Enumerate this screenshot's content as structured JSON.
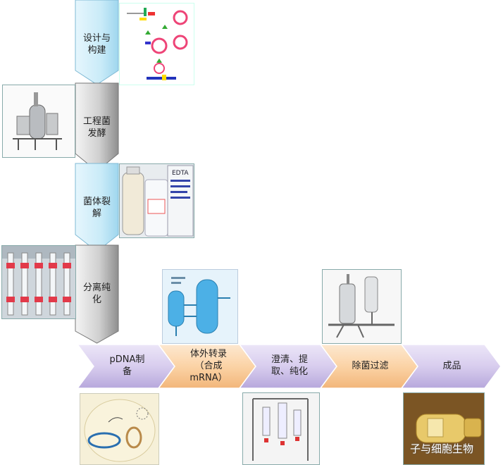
{
  "vertical_steps": [
    {
      "label": "设计与\n构建"
    },
    {
      "label": "工程菌\n发酵"
    },
    {
      "label": "菌体裂\n解"
    },
    {
      "label": "分离纯\n化"
    }
  ],
  "horizontal_steps": [
    {
      "label": "pDNA制\n备"
    },
    {
      "label": "体外转录\n（合成\nmRNA）"
    },
    {
      "label": "澄清、提\n取、纯化"
    },
    {
      "label": "除菌过滤"
    },
    {
      "label": "成品"
    }
  ],
  "bottle_label": "EDTA",
  "watermark": "子与细胞生物",
  "colors": {
    "vertical_arrow_top": "#d8f1fb",
    "vertical_arrow_gray": "#c8c8c8",
    "chevron_purple": "#d8cdee",
    "chevron_orange": "#fbd7ad"
  }
}
